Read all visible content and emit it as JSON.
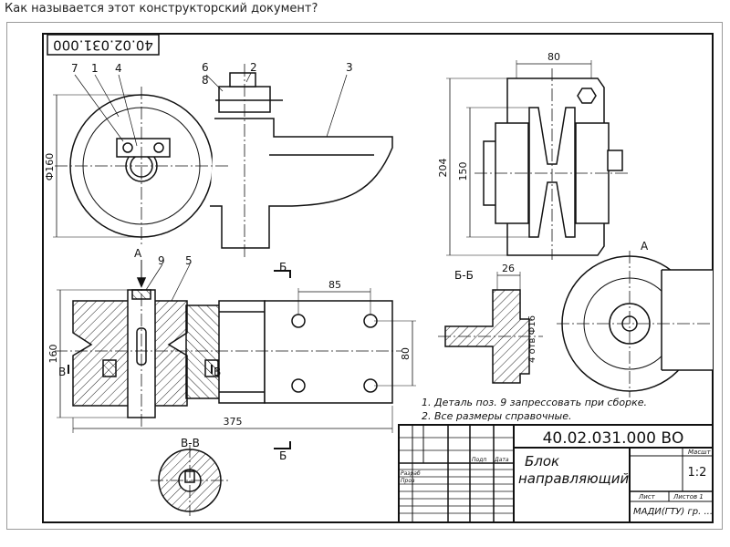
{
  "question": "Как называется этот конструкторский документ?",
  "drawing": {
    "code_rotated": "40.02.031.000",
    "code_title": "40.02.031.000 ВО",
    "title_line1": "Блок",
    "title_line2": "направляющий",
    "scale_label": "Масшт",
    "scale_value": "1:2",
    "sheet_label": "Лист",
    "sheets_label": "Листов 1",
    "org": "МАДИ(ГТУ) гр. ...",
    "podp": "Подп",
    "data": "Дата",
    "razrab": "Разраб",
    "prov": "Пров",
    "notes": [
      "1. Деталь поз. 9 запрессовать при сборке.",
      "2. Все размеры справочные."
    ],
    "positions": [
      "7",
      "1",
      "4",
      "6",
      "8",
      "2",
      "3",
      "9",
      "5"
    ],
    "dims": {
      "d160": "Ф160",
      "d80_top": "80",
      "d204": "204",
      "d150": "150",
      "d160_side": "160",
      "d85": "85",
      "d80_side": "80",
      "d375": "375",
      "d26": "26",
      "d4holes": "4 отв Ф16"
    },
    "views": {
      "a_arrow": "А",
      "a_view": "А",
      "b_top": "Б",
      "b_bottom": "Б",
      "bb": "Б-Б",
      "vv": "В-В",
      "v_left": "В",
      "v_right": "В"
    }
  }
}
